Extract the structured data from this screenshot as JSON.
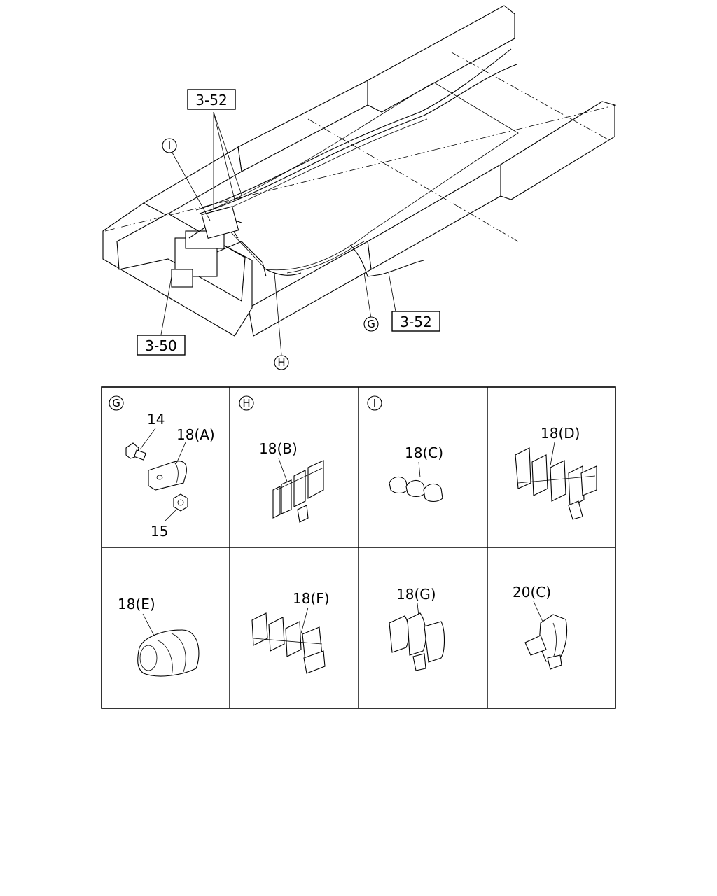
{
  "callouts": {
    "ref_top": "3-52",
    "ref_right": "3-52",
    "ref_left": "3-50",
    "marker_g": "G",
    "marker_h": "H",
    "marker_i": "I"
  },
  "panels": [
    {
      "marker": "G",
      "labels": [
        "14",
        "18(A)",
        "15"
      ]
    },
    {
      "marker": "H",
      "labels": [
        "18(B)"
      ]
    },
    {
      "marker": "I",
      "labels": [
        "18(C)"
      ]
    },
    {
      "marker": "",
      "labels": [
        "18(D)"
      ]
    },
    {
      "marker": "",
      "labels": [
        "18(E)"
      ]
    },
    {
      "marker": "",
      "labels": [
        "18(F)"
      ]
    },
    {
      "marker": "",
      "labels": [
        "18(G)"
      ]
    },
    {
      "marker": "",
      "labels": [
        "20(C)"
      ]
    }
  ]
}
